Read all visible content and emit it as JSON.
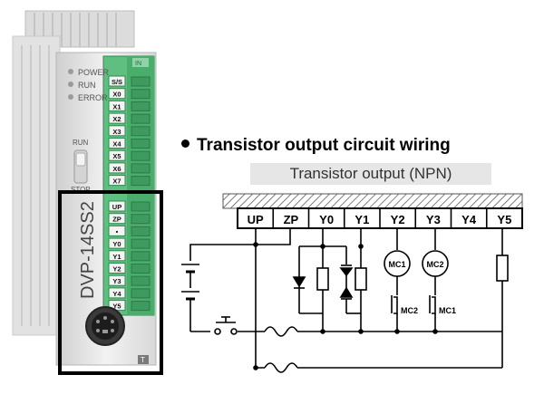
{
  "heading": "Transistor output circuit wiring",
  "subtitle": "Transistor output (NPN)",
  "plc": {
    "model": "DVP-14SS2",
    "leds": [
      "POWER",
      "RUN",
      "ERROR"
    ],
    "switch_run": "RUN",
    "switch_stop": "STOP",
    "badge_top": "IN",
    "badge_bottom": "T",
    "input_labels": [
      "S/S",
      "X0",
      "X1",
      "X2",
      "X3",
      "X4",
      "X5",
      "X6",
      "X7"
    ],
    "output_labels": [
      "UP",
      "ZP",
      "•",
      "Y0",
      "Y1",
      "Y2",
      "Y3",
      "Y4",
      "Y5"
    ]
  },
  "terminals": [
    "UP",
    "ZP",
    "Y0",
    "Y1",
    "Y2",
    "Y3",
    "Y4",
    "Y5"
  ],
  "coils": [
    "MC1",
    "MC2"
  ],
  "contacts": [
    "MC2",
    "MC1"
  ],
  "colors": {
    "terminal_green": "#6cc989",
    "terminal_green_dark": "#3e9a5e",
    "highlight_box": "#000000",
    "body_grey": "#e8e8e8"
  }
}
